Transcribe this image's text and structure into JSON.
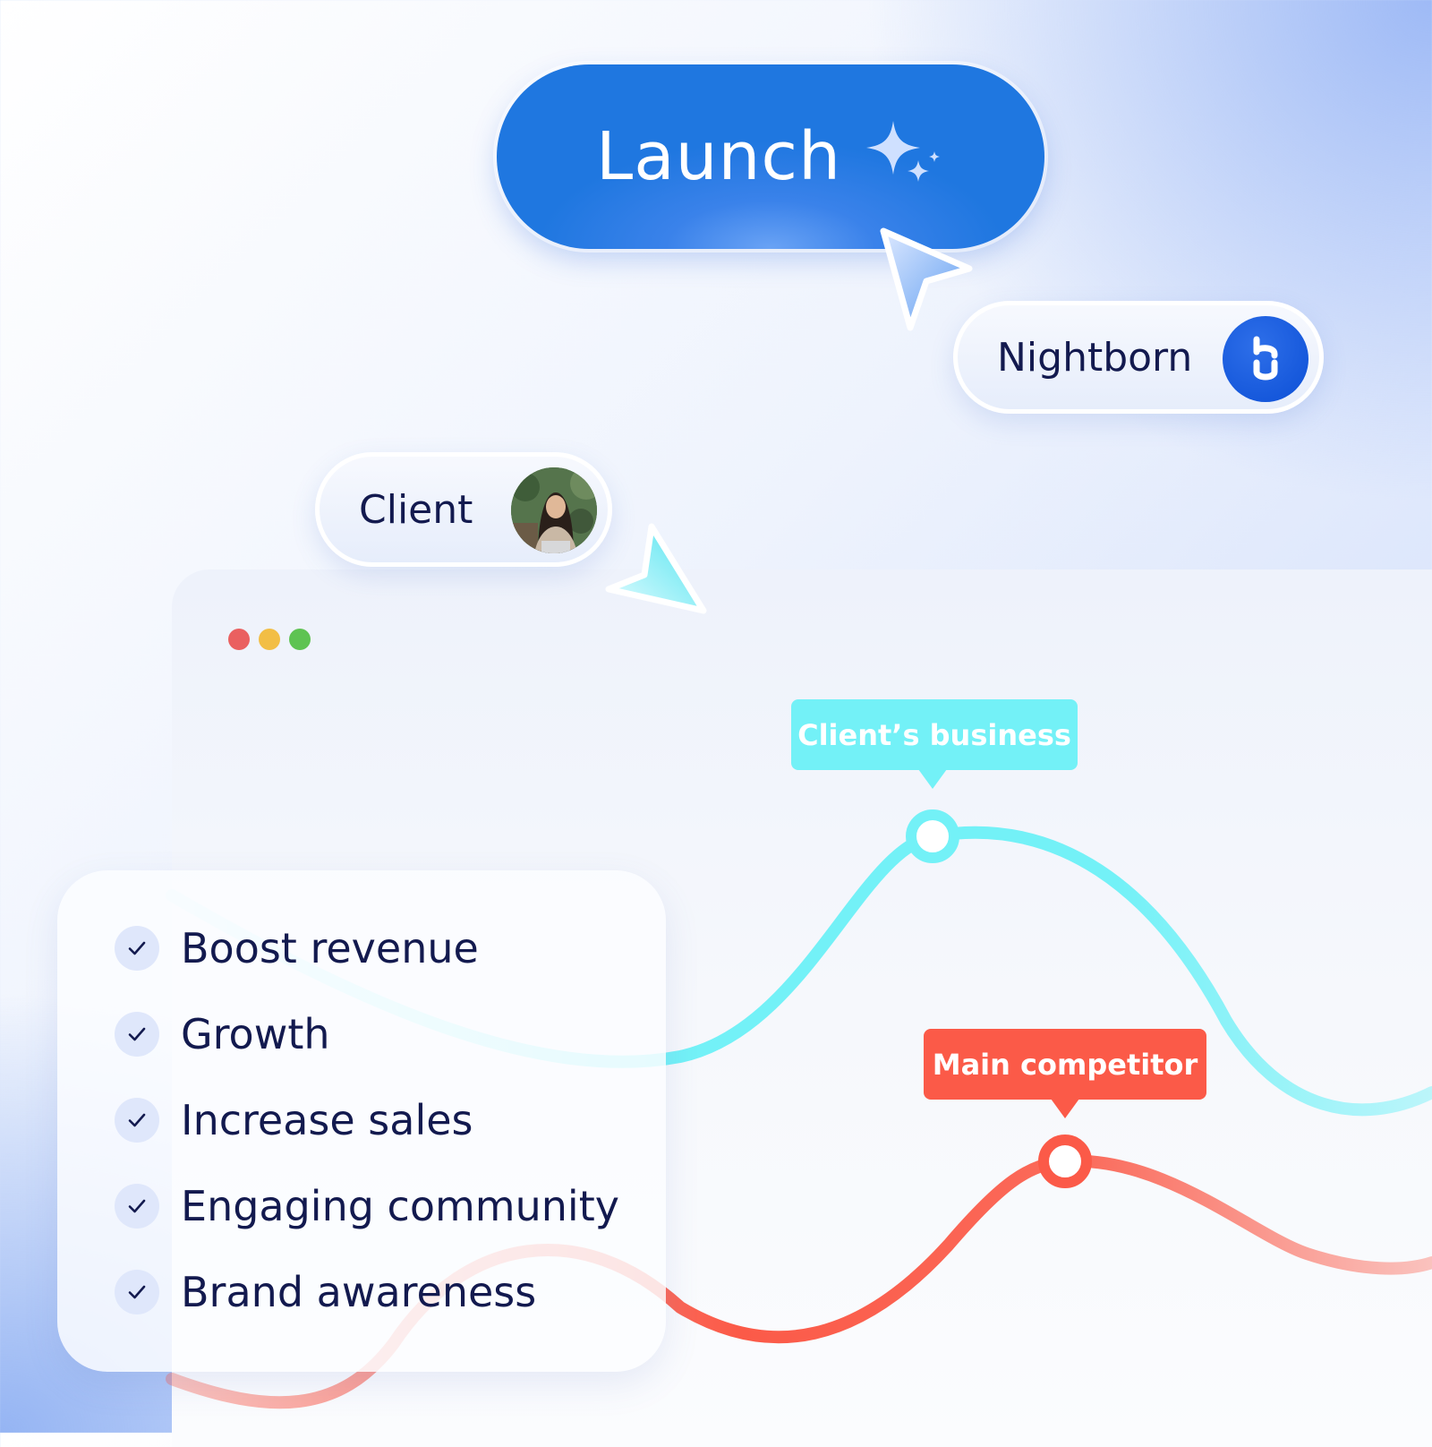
{
  "launch": {
    "label": "Launch",
    "icon": "sparkle-icon",
    "color": "#1f77e0"
  },
  "nightborn": {
    "label": "Nightborn",
    "icon": "nightborn-logo-icon",
    "color": "#0c4fd6"
  },
  "client": {
    "label": "Client",
    "icon": "avatar"
  },
  "window": {
    "controls": [
      "#ea6060",
      "#f2be45",
      "#5ec352"
    ]
  },
  "chart": {
    "series": [
      {
        "name": "Client’s business",
        "color": "#73f1f7"
      },
      {
        "name": "Main competitor",
        "color": "#fb5a48"
      }
    ]
  },
  "checklist": {
    "items": [
      "Boost revenue",
      "Growth",
      "Increase sales",
      "Engaging community",
      "Brand awareness"
    ],
    "icon": "check-icon"
  }
}
